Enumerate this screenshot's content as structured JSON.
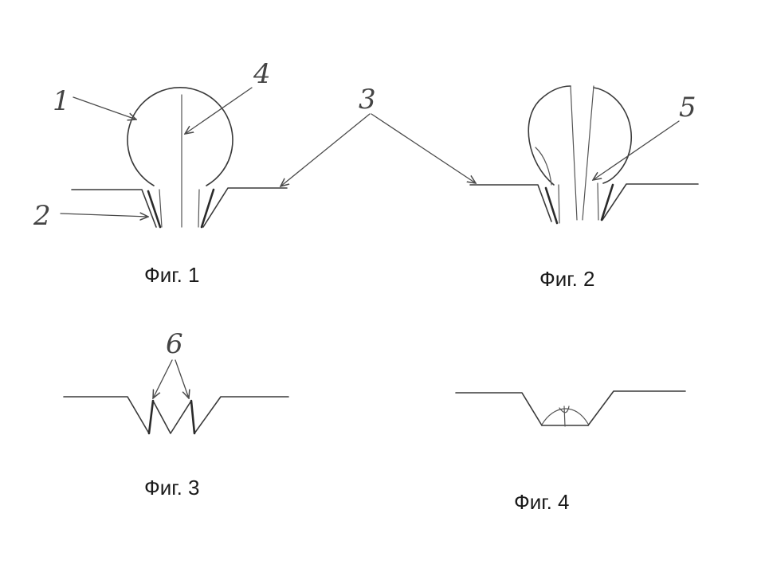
{
  "figures": [
    {
      "caption": "Фиг. 1"
    },
    {
      "caption": "Фиг. 2"
    },
    {
      "caption": "Фиг. 3"
    },
    {
      "caption": "Фиг. 4"
    }
  ],
  "reference_numbers": {
    "balloon": "1",
    "wall": "2",
    "surface": "3",
    "needle": "4",
    "slit": "5",
    "edges": "6"
  }
}
